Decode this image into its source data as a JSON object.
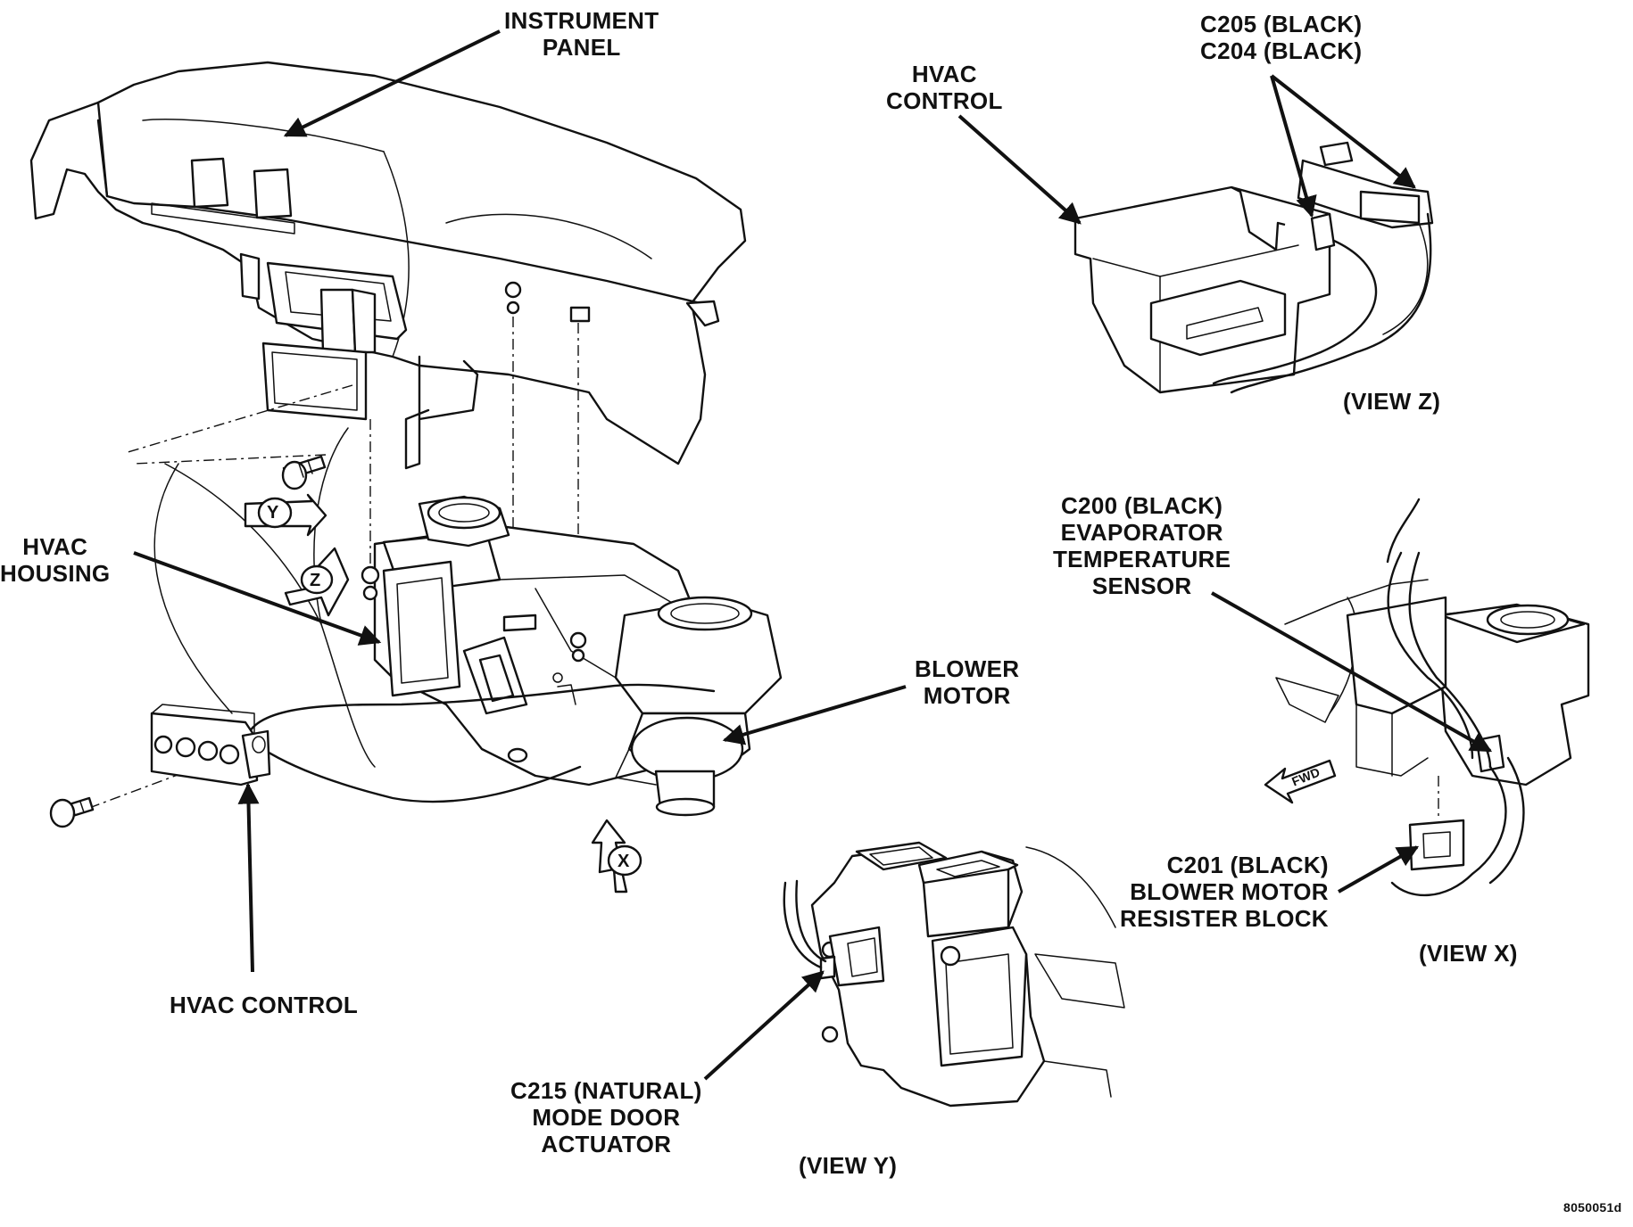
{
  "labels": {
    "instrument_panel": [
      "INSTRUMENT",
      "PANEL"
    ],
    "hvac_control_top": [
      "HVAC",
      "CONTROL"
    ],
    "c205_c204": [
      "C205 (BLACK)",
      "C204 (BLACK)"
    ],
    "view_z": "(VIEW Z)",
    "hvac_housing": [
      "HVAC",
      "HOUSING"
    ],
    "c200": [
      "C200 (BLACK)",
      "EVAPORATOR",
      "TEMPERATURE",
      "SENSOR"
    ],
    "blower_motor": [
      "BLOWER",
      "MOTOR"
    ],
    "fwd": "FWD",
    "c201": [
      "C201 (BLACK)",
      "BLOWER MOTOR",
      "RESISTER BLOCK"
    ],
    "view_x": "(VIEW X)",
    "hvac_control_bottom": "HVAC CONTROL",
    "c215": [
      "C215 (NATURAL)",
      "MODE DOOR",
      "ACTUATOR"
    ],
    "view_y": "(VIEW Y)",
    "figure_id": "8050051d",
    "view_markers": {
      "x": "X",
      "y": "Y",
      "z": "Z"
    }
  }
}
